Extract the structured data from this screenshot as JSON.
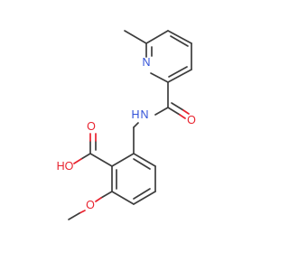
{
  "colors": {
    "carbon": "#3d3d3d",
    "oxygen": "#e8222e",
    "nitrogen": "#3050d8"
  },
  "atoms": {
    "ring_nitrogen": "N",
    "amide_nh": "H",
    "amide_nh_n": "N",
    "amide_oxygen": "O",
    "acid_carbonyl_oxygen": "O",
    "acid_hydroxyl": "HO",
    "methoxy_oxygen": "O"
  }
}
